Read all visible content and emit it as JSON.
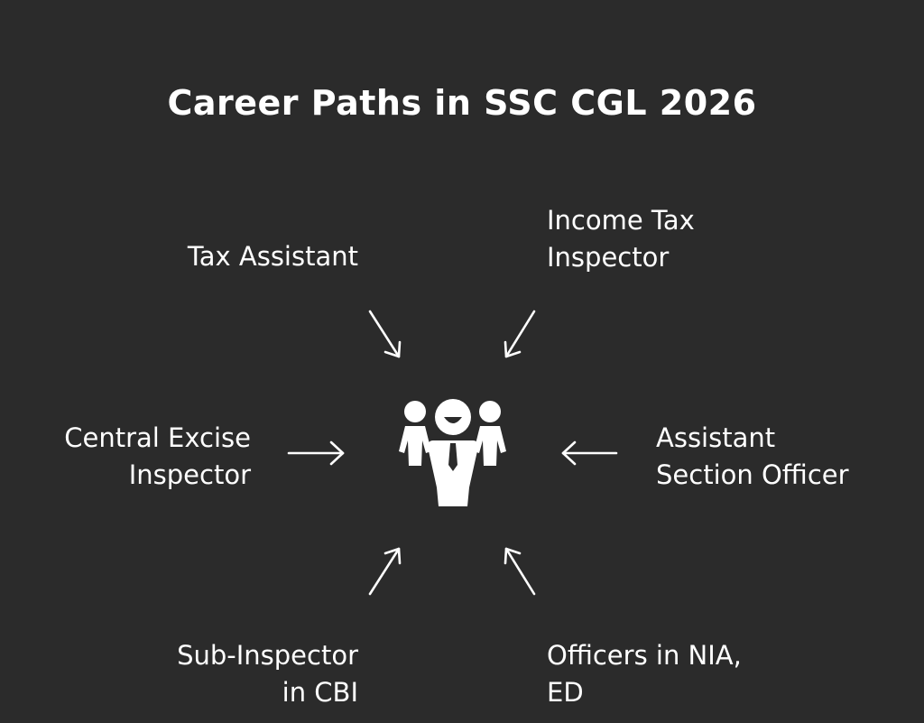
{
  "title": "Career Paths in SSC CGL 2026",
  "center_icon": "team-people-icon",
  "paths": [
    {
      "label": "Tax Assistant"
    },
    {
      "label": "Income Tax\nInspector"
    },
    {
      "label": "Central Excise\nInspector"
    },
    {
      "label": "Assistant\nSection Officer"
    },
    {
      "label": "Sub-Inspector\nin CBI"
    },
    {
      "label": "Officers in NIA,\nED"
    }
  ],
  "colors": {
    "background": "#2b2b2b",
    "foreground": "#ffffff"
  }
}
